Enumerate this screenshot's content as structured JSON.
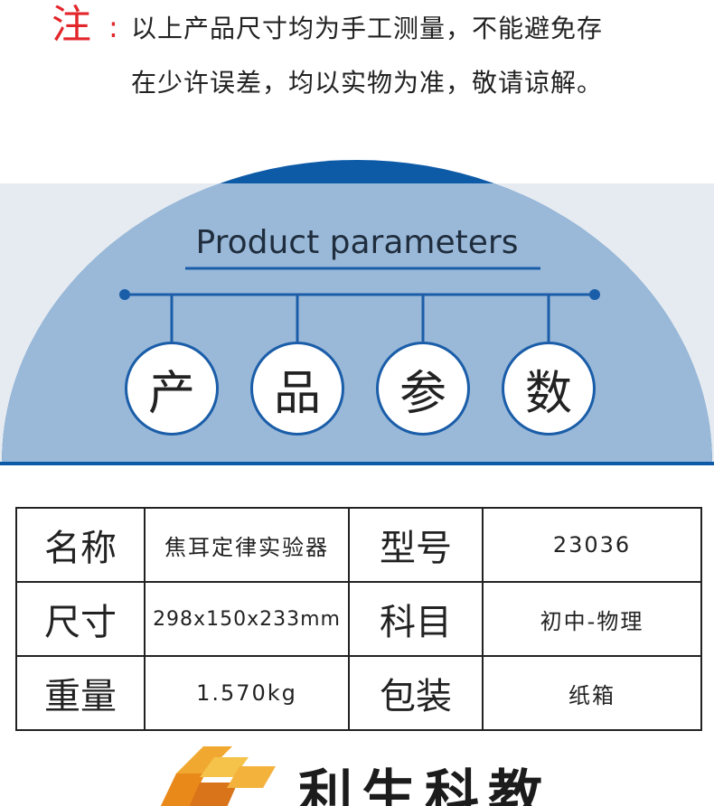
{
  "note": {
    "mark": "注",
    "colon": ":",
    "line1": "以上产品尺寸均为手工测量，不能避免存",
    "line2": "在少许误差，均以实物为准，敬请谅解。"
  },
  "banner": {
    "title": "Product parameters",
    "circles": [
      "产",
      "品",
      "参",
      "数"
    ]
  },
  "spec_table": {
    "rows": [
      {
        "k1": "名称",
        "v1": "焦耳定律实验器",
        "k2": "型号",
        "v2": "23036"
      },
      {
        "k1": "尺寸",
        "v1": "298x150x233mm",
        "k2": "科目",
        "v2": "初中-物理"
      },
      {
        "k1": "重量",
        "v1": "1.570kg",
        "k2": "包装",
        "v2": "纸箱"
      }
    ]
  },
  "logo": {
    "text": "利生科教"
  },
  "colors": {
    "accent_red": "#e3262b",
    "dark_blue": "#0d5aa7",
    "light_blue": "#9ab9d9",
    "band_gray": "#e6ebf1"
  }
}
